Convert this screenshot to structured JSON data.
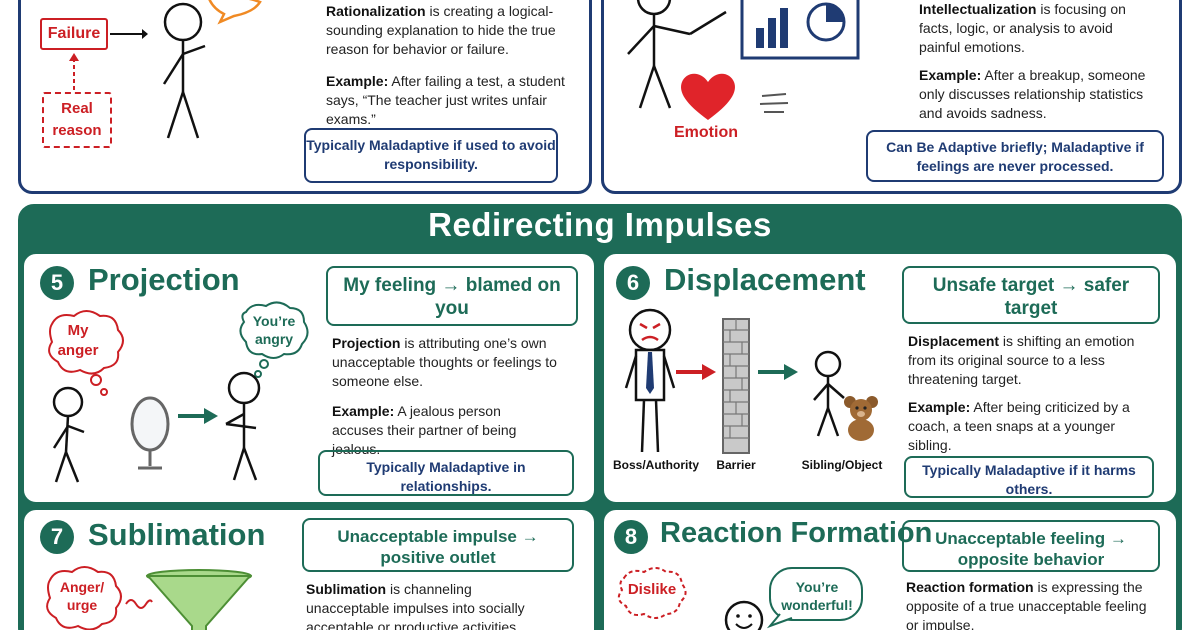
{
  "top_left": {
    "failure_label": "Failure",
    "real_reason_label": "Real reason",
    "term": "Rationalization",
    "desc_rest": " is creating a logical-sounding explanation to hide the true reason for behavior or failure.",
    "example_label": "Example:",
    "example_text": " After failing a test, a student says, “The teacher just writes unfair exams.”",
    "tag": "Typically Maladaptive if used to avoid responsibility."
  },
  "top_right": {
    "emotion_label": "Emotion",
    "term": "Intellectualization",
    "desc_rest": " is focusing on facts, logic, or analysis to avoid painful emotions.",
    "example_label": "Example:",
    "example_text": " After a breakup, someone only discusses relationship statistics and avoids sadness.",
    "tag": "Can Be Adaptive briefly; Maladaptive if feelings are never processed."
  },
  "section": {
    "title": "Redirecting Impulses"
  },
  "cards": [
    {
      "number": "5",
      "title": "Projection",
      "summary": "My feeling → blamed on you",
      "term": "Projection",
      "desc_rest": " is attributing one’s own unacceptable thoughts or feelings to someone else.",
      "example_label": "Example:",
      "example_text": " A jealous person accuses their partner of being jealous.",
      "tag": "Typically Maladaptive in relationships.",
      "bubble_left": "My anger",
      "bubble_right": "You’re angry"
    },
    {
      "number": "6",
      "title": "Displacement",
      "summary": "Unsafe target → safer target",
      "term": "Displacement",
      "desc_rest": " is shifting an emotion from its original source to a less threatening target.",
      "example_label": "Example:",
      "example_text": " After being criticized by a coach, a teen snaps at a younger sibling.",
      "tag": "Typically Maladaptive if it harms others.",
      "label_boss": "Boss/Authority",
      "label_barrier": "Barrier",
      "label_sibling": "Sibling/Object"
    },
    {
      "number": "7",
      "title": "Sublimation",
      "summary": "Unacceptable impulse → positive outlet",
      "term": "Sublimation",
      "desc_rest": " is channeling unacceptable impulses into socially acceptable or productive activities.",
      "bubble_left": "Anger/ urge"
    },
    {
      "number": "8",
      "title": "Reaction Formation",
      "summary": "Unacceptable feeling → opposite behavior",
      "term": "Reaction formation",
      "desc_rest": " is expressing the opposite of a true unacceptable feeling or impulse.",
      "bubble_left": "Dislike",
      "bubble_right": "You’re wonderful!"
    }
  ],
  "colors": {
    "navy": "#1f3b73",
    "green": "#1d6b57",
    "red": "#cc1f24"
  }
}
